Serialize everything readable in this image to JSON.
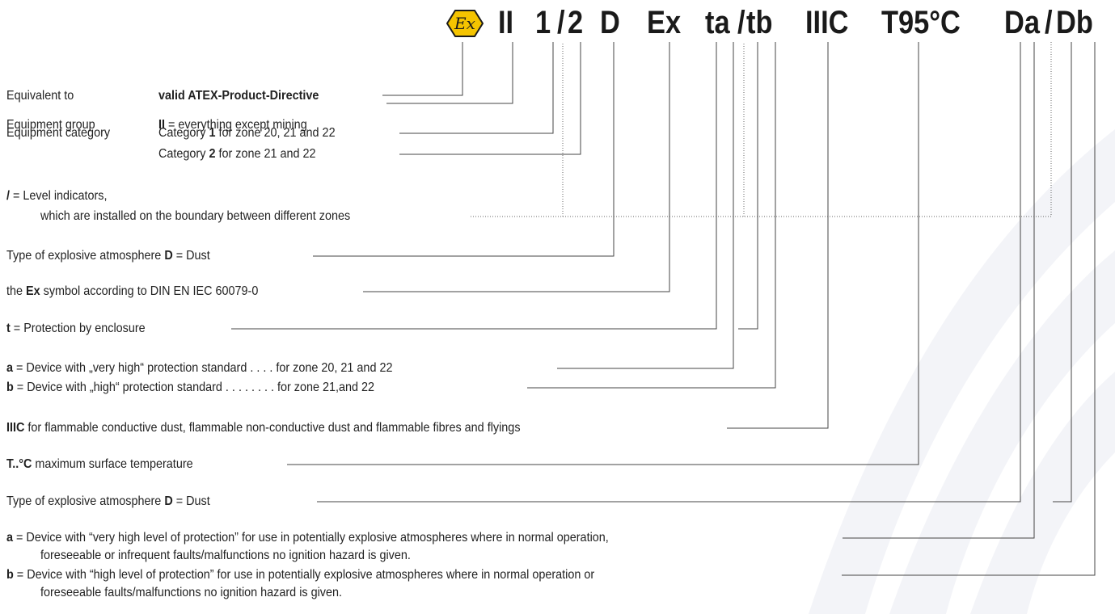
{
  "header": {
    "ex_mark": "Ex",
    "group": "II",
    "cat1": "1",
    "slash1": "/",
    "cat2": "2",
    "atmosphere": "D",
    "ex": "Ex",
    "prot_a": "ta",
    "slash2": "/",
    "prot_b": "tb",
    "dust_group": "IIIC",
    "temp": "T95°C",
    "epl_a": "Da",
    "slash3": "/",
    "epl_b": "Db"
  },
  "rows": {
    "equivalent": {
      "label": "Equivalent to",
      "value": "valid ATEX-Product-Directive"
    },
    "group": {
      "label": "Equipment group",
      "code": "II",
      "text": " =  everything except mining"
    },
    "category": {
      "label": "Equipment category",
      "cat_word": "Category",
      "c1": "1",
      "c1_text": "for   zone 20, 21 and 22",
      "c2": "2",
      "c2_text": "for   zone 21 and 22"
    },
    "level": {
      "code": "/",
      "line1": " =  Level indicators,",
      "line2": "which are installed on the boundary between different zones"
    },
    "atmosphere1": {
      "pre": "Type of explosive atmosphere ",
      "code": "D",
      "post": "  =   Dust"
    },
    "exsymbol": {
      "pre": "the  ",
      "code": "Ex",
      "post": " symbol according to DIN EN IEC 60079-0"
    },
    "t": {
      "code": "t",
      "text": "  =  Protection by enclosure"
    },
    "a1": {
      "code": "a",
      "text": "  =  Device with „very high“ protection standard . . . .  for zone 20, 21 and 22"
    },
    "b1": {
      "code": "b",
      "text": "  =  Device with „high“ protection standard . . . . . . . .  for zone 21,and 22"
    },
    "iiic": {
      "code": "IIIC",
      "text": "  for flammable conductive dust, flammable non-conductive dust and flammable fibres and flyings"
    },
    "temp": {
      "code": "T..°C",
      "text": "   maximum surface temperature"
    },
    "atmosphere2": {
      "pre": "Type of explosive atmosphere ",
      "code": "D",
      "post": "  =   Dust"
    },
    "a2": {
      "code": "a",
      "line1": "  =  Device with “very high level of protection” for use in potentially explosive atmospheres where in normal operation,",
      "line2": "foreseeable or infrequent faults/malfunctions no ignition hazard is given."
    },
    "b2": {
      "code": "b",
      "line1": "  =  Device with “high level of protection” for use in potentially explosive atmospheres where in normal operation or",
      "line2": "foreseeable faults/malfunctions no ignition hazard is given."
    }
  },
  "colors": {
    "ex_yellow": "#f5c400",
    "text": "#222222",
    "line": "#444444",
    "watermark": "#f3f4f8"
  }
}
